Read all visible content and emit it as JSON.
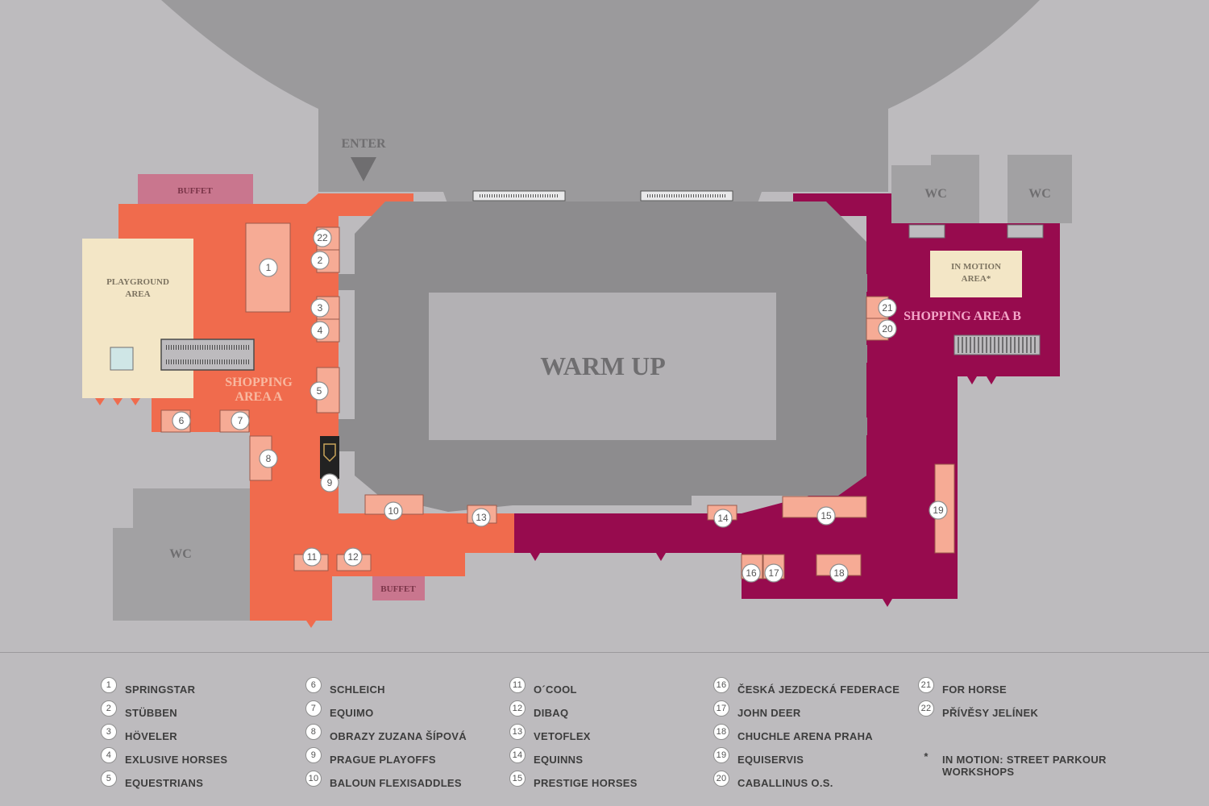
{
  "colors": {
    "background": "#bdbbbe",
    "arena": "#9b9a9c",
    "warmup_ring": "#8d8c8e",
    "warmup_area": "#b3b1b4",
    "shopping_a": "#f06b4d",
    "shopping_b": "#970b4e",
    "stand": "#f6ab95",
    "buffet": "#c9768e",
    "playground": "#f3e6c6",
    "in_motion": "#f3e6c6",
    "wc": "#a2a1a3",
    "label_a": "#f8b8a0",
    "label_b": "#f3a6c8"
  },
  "map": {
    "enter_label": "ENTER",
    "warmup_label": "WARM UP",
    "buffet_top": "BUFFET",
    "buffet_bottom": "BUFFET",
    "playground_line1": "PLAYGROUND",
    "playground_line2": "AREA",
    "shopping_a_line1": "SHOPPING",
    "shopping_a_line2": "AREA A",
    "shopping_b": "SHOPPING AREA B",
    "in_motion_line1": "IN MOTION",
    "in_motion_line2": "AREA*",
    "wc_left": "WC",
    "wc_right1": "WC",
    "wc_right2": "WC",
    "stand_numbers": [
      "1",
      "2",
      "3",
      "4",
      "5",
      "6",
      "7",
      "8",
      "9",
      "10",
      "11",
      "12",
      "13",
      "14",
      "15",
      "16",
      "17",
      "18",
      "19",
      "20",
      "21",
      "22"
    ],
    "logo_icon": "shield-logo-icon"
  },
  "legend": [
    {
      "num": "1",
      "label": "SPRINGSTAR"
    },
    {
      "num": "2",
      "label": "STÜBBEN"
    },
    {
      "num": "3",
      "label": "HÖVELER"
    },
    {
      "num": "4",
      "label": "EXLUSIVE HORSES"
    },
    {
      "num": "5",
      "label": "EQUESTRIANS"
    },
    {
      "num": "6",
      "label": "SCHLEICH"
    },
    {
      "num": "7",
      "label": "EQUIMO"
    },
    {
      "num": "8",
      "label": "OBRAZY ZUZANA ŠÍPOVÁ"
    },
    {
      "num": "9",
      "label": "PRAGUE PLAYOFFS"
    },
    {
      "num": "10",
      "label": "BALOUN FLEXISADDLES"
    },
    {
      "num": "11",
      "label": "O´COOL"
    },
    {
      "num": "12",
      "label": "DIBAQ"
    },
    {
      "num": "13",
      "label": "VETOFLEX"
    },
    {
      "num": "14",
      "label": "EQUINNS"
    },
    {
      "num": "15",
      "label": "PRESTIGE HORSES"
    },
    {
      "num": "16",
      "label": "ČESKÁ JEZDECKÁ FEDERACE"
    },
    {
      "num": "17",
      "label": "JOHN DEER"
    },
    {
      "num": "18",
      "label": "CHUCHLE ARENA PRAHA"
    },
    {
      "num": "19",
      "label": "EQUISERVIS"
    },
    {
      "num": "20",
      "label": "CABALLINUS O.S."
    },
    {
      "num": "21",
      "label": "FOR HORSE"
    },
    {
      "num": "22",
      "label": "PŘÍVĚSY JELÍNEK"
    }
  ],
  "footnote": {
    "mark": "*",
    "line1": "IN MOTION: STREET PARKOUR",
    "line2": "WORKSHOPS"
  }
}
